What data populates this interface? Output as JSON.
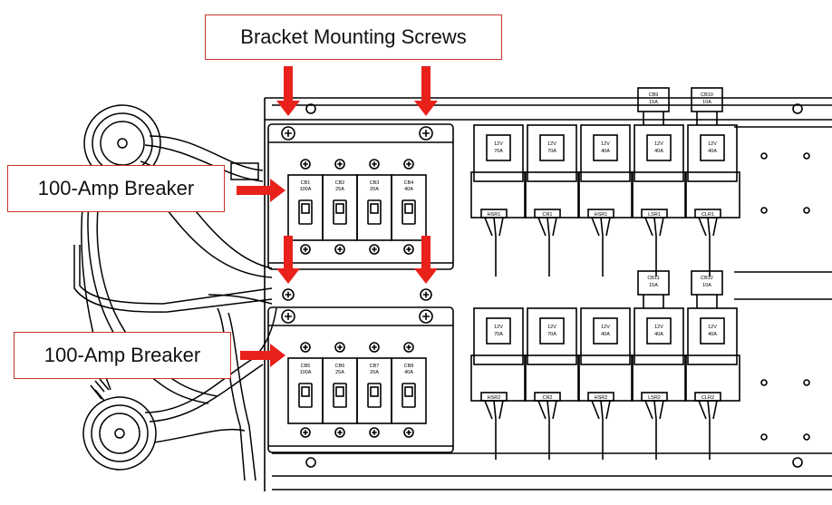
{
  "callouts": {
    "bracket_screws": "Bracket Mounting Screws",
    "breaker_top": "100-Amp Breaker",
    "breaker_bottom": "100-Amp Breaker"
  },
  "colors": {
    "callout_border": "#c8342c",
    "arrow": "#e8211b",
    "line_art": "#000000"
  },
  "panels": [
    {
      "breakers": [
        {
          "id": "CB1",
          "rating": "100A"
        },
        {
          "id": "CB2",
          "rating": "25A"
        },
        {
          "id": "CB3",
          "rating": "20A"
        },
        {
          "id": "CB4",
          "rating": "40A"
        }
      ],
      "relays": [
        {
          "voltage": "12V",
          "amps": "70A",
          "tag": "HSR1"
        },
        {
          "voltage": "12V",
          "amps": "70A",
          "tag": "CR1"
        },
        {
          "voltage": "12V",
          "amps": "40A",
          "tag": "HSR1"
        },
        {
          "voltage": "12V",
          "amps": "40A",
          "tag": "LSR1"
        },
        {
          "voltage": "12V",
          "amps": "40A",
          "tag": "CLR1"
        }
      ],
      "fuses": [
        {
          "id": "CB9",
          "rating": "15A"
        },
        {
          "id": "CB10",
          "rating": "10A"
        }
      ]
    },
    {
      "breakers": [
        {
          "id": "CB5",
          "rating": "100A"
        },
        {
          "id": "CB6",
          "rating": "25A"
        },
        {
          "id": "CB7",
          "rating": "20A"
        },
        {
          "id": "CB8",
          "rating": "40A"
        }
      ],
      "relays": [
        {
          "voltage": "12V",
          "amps": "70A",
          "tag": "HSR2"
        },
        {
          "voltage": "12V",
          "amps": "70A",
          "tag": "CR2"
        },
        {
          "voltage": "12V",
          "amps": "40A",
          "tag": "HSR2"
        },
        {
          "voltage": "12V",
          "amps": "40A",
          "tag": "LSR2"
        },
        {
          "voltage": "12V",
          "amps": "40A",
          "tag": "CLR2"
        }
      ],
      "fuses": [
        {
          "id": "CB11",
          "rating": "15A"
        },
        {
          "id": "CB12",
          "rating": "10A"
        }
      ]
    }
  ]
}
